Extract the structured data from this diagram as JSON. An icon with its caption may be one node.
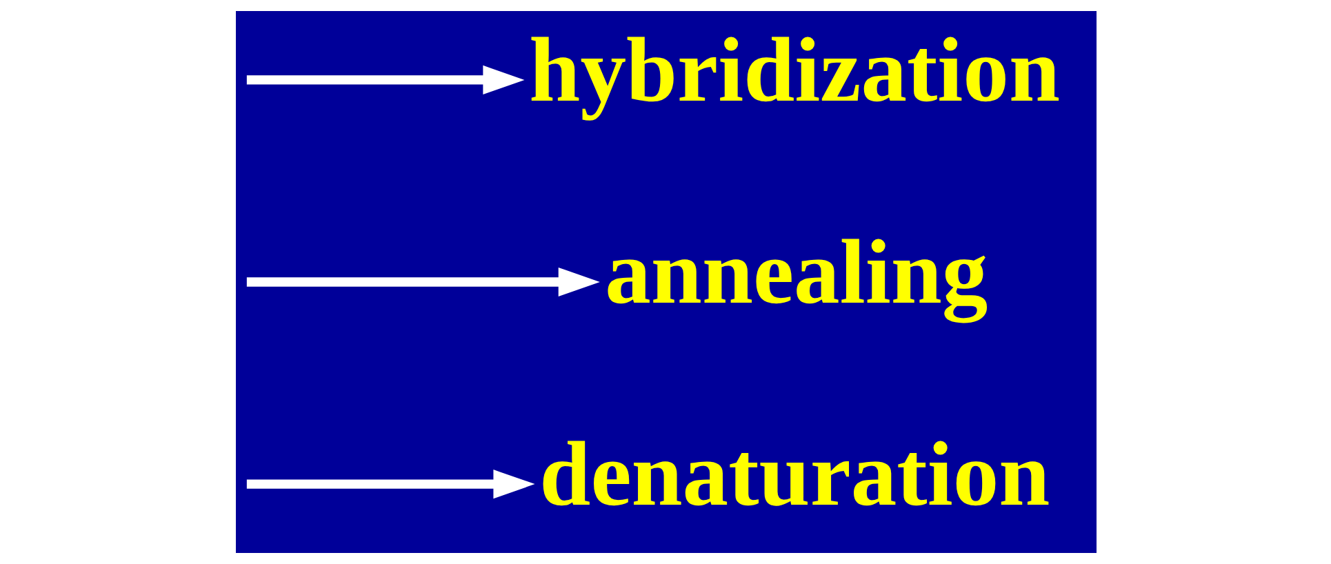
{
  "diagram": {
    "nodes": [
      {
        "text": [
          "denaturation"
        ]
      },
      {
        "text": [
          "annealing"
        ]
      },
      {
        "text": [
          "hybridization"
        ]
      }
    ],
    "edges": [
      {
        "from": null,
        "to": 0,
        "arrow": "to"
      },
      {
        "from": null,
        "to": 1,
        "arrow": "to"
      },
      {
        "from": null,
        "to": 2,
        "arrow": "to"
      }
    ]
  }
}
